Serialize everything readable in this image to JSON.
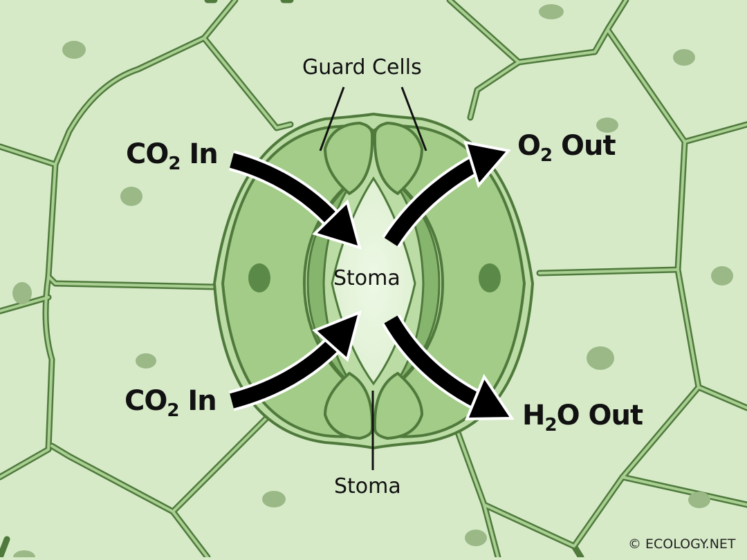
{
  "diagram": {
    "type": "labeled biological diagram",
    "subject": "Leaf stoma with guard cells and gas exchange",
    "colors": {
      "background": "#d6eac8",
      "cell_fill": "#d9ecca",
      "cell_wall": "#4f7a3c",
      "cell_wall_inner": "#a9cf92",
      "epidermal_nucleus": "#9bb887",
      "guard_cell_fill": "#a2cc88",
      "guard_cell_dark": "#86b56e",
      "guard_nucleus": "#5b8a48",
      "stoma_pore": "#e6f4dc",
      "arrow": "#000000",
      "arrow_outline": "#ffffff",
      "text": "#111111"
    },
    "labels": {
      "guard_cells": "Guard Cells",
      "stoma_center": "Stoma",
      "stoma_bottom": "Stoma",
      "co2_in_top": {
        "base": "CO",
        "sub": "2",
        "suffix": " In"
      },
      "co2_in_bottom": {
        "base": "CO",
        "sub": "2",
        "suffix": " In"
      },
      "o2_out": {
        "base": "O",
        "sub": "2",
        "suffix": " Out"
      },
      "h2o_out": {
        "base": "H",
        "sub": "2",
        "suffix": "O Out"
      }
    },
    "arrows": [
      {
        "name": "co2-in-top-arrow",
        "direction": "into stoma",
        "from": "upper-left"
      },
      {
        "name": "co2-in-bottom-arrow",
        "direction": "into stoma",
        "from": "lower-left"
      },
      {
        "name": "o2-out-arrow",
        "direction": "out of stoma",
        "to": "upper-right"
      },
      {
        "name": "h2o-out-arrow",
        "direction": "out of stoma",
        "to": "lower-right"
      }
    ],
    "credit": "© ECOLOGY.NET"
  }
}
